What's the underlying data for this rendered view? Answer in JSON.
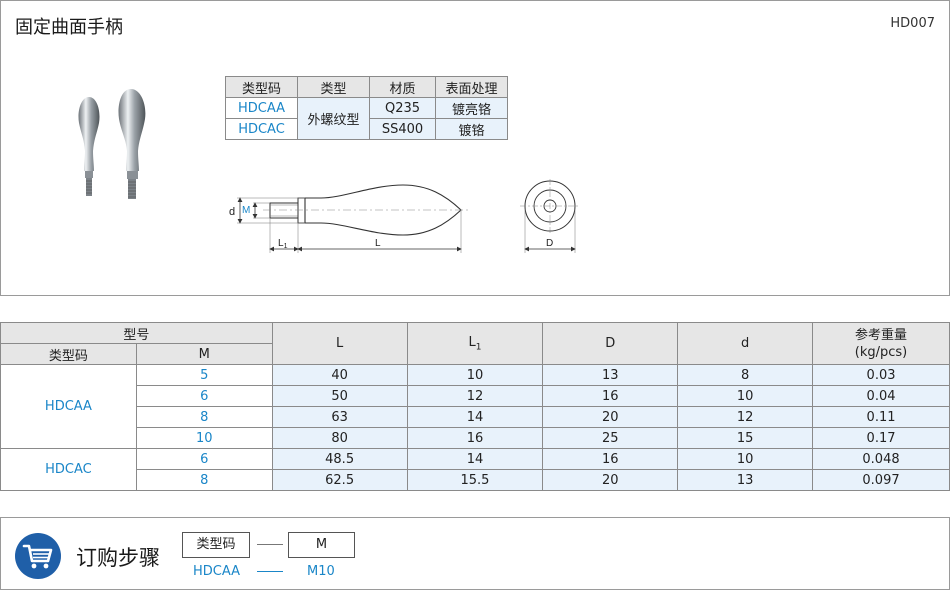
{
  "header": {
    "title": "固定曲面手柄",
    "code": "HD007"
  },
  "type_table": {
    "headers": [
      "类型码",
      "类型",
      "材质",
      "表面处理"
    ],
    "rows": [
      {
        "code": "HDCAA",
        "material": "Q235",
        "finish": "镀亮铬"
      },
      {
        "code": "HDCAC",
        "material": "SS400",
        "finish": "镀铬"
      }
    ],
    "type_merged": "外螺纹型"
  },
  "drawing": {
    "d": "d",
    "m": "M",
    "l1": "L",
    "l1_sub": "1",
    "l": "L",
    "D": "D"
  },
  "spec": {
    "group_header": "型号",
    "sub_headers": [
      "类型码",
      "M"
    ],
    "col_L": "L",
    "col_L1": "L",
    "col_L1_sub": "1",
    "col_D": "D",
    "col_d": "d",
    "col_weight_1": "参考重量",
    "col_weight_2": "(kg/pcs)",
    "groups": [
      {
        "code": "HDCAA",
        "rows": [
          {
            "m": "5",
            "L": "40",
            "L1": "10",
            "D": "13",
            "d": "8",
            "w": "0.03"
          },
          {
            "m": "6",
            "L": "50",
            "L1": "12",
            "D": "16",
            "d": "10",
            "w": "0.04"
          },
          {
            "m": "8",
            "L": "63",
            "L1": "14",
            "D": "20",
            "d": "12",
            "w": "0.11"
          },
          {
            "m": "10",
            "L": "80",
            "L1": "16",
            "D": "25",
            "d": "15",
            "w": "0.17"
          }
        ]
      },
      {
        "code": "HDCAC",
        "rows": [
          {
            "m": "6",
            "L": "48.5",
            "L1": "14",
            "D": "16",
            "d": "10",
            "w": "0.048"
          },
          {
            "m": "8",
            "L": "62.5",
            "L1": "15.5",
            "D": "20",
            "d": "13",
            "w": "0.097"
          }
        ]
      }
    ]
  },
  "order": {
    "title": "订购步骤",
    "box1": "类型码",
    "box2": "M",
    "example1": "HDCAA",
    "example2": "M10",
    "icon": "shopping-cart-icon"
  },
  "colors": {
    "accent": "#1a86c8",
    "header_bg": "#e6e6e6",
    "value_bg": "#e8f2fb",
    "icon_bg": "#1f5fa8"
  }
}
